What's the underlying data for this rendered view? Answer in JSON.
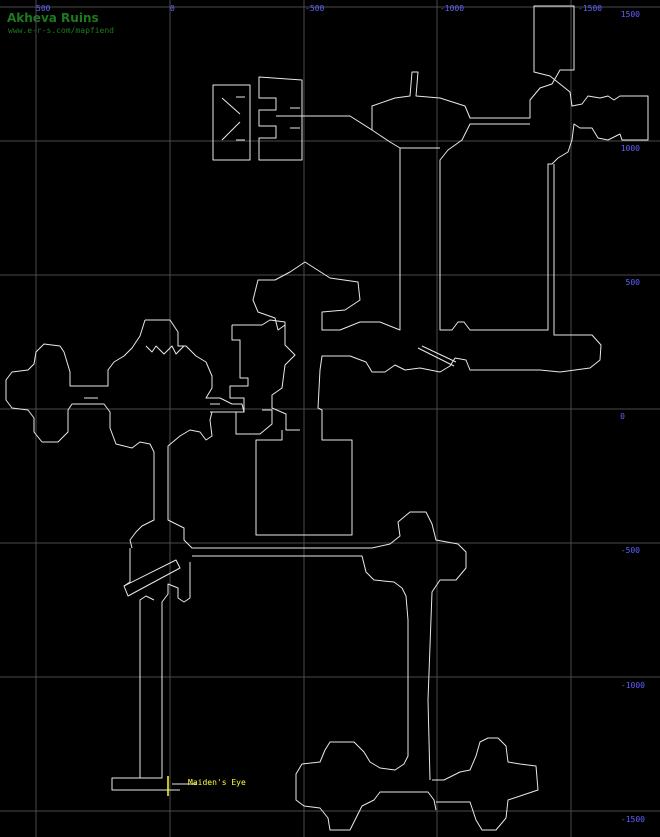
{
  "map": {
    "title": "Akheva Ruins",
    "source": "www.e-r-s.com/mapfiend",
    "x_labels": [
      "500",
      "0",
      "-500",
      "-1000",
      "-1500"
    ],
    "y_labels": [
      "1500",
      "1000",
      "500",
      "0",
      "-500",
      "-1000",
      "-1500"
    ],
    "marker": {
      "label": "Maiden's Eye"
    },
    "colors": {
      "background": "#000000",
      "grid": "#4a4a4a",
      "walls": "#e8e8e8",
      "axis_labels": "#6060ff",
      "title": "#1e7a1e",
      "marker": "#ffff40"
    }
  }
}
